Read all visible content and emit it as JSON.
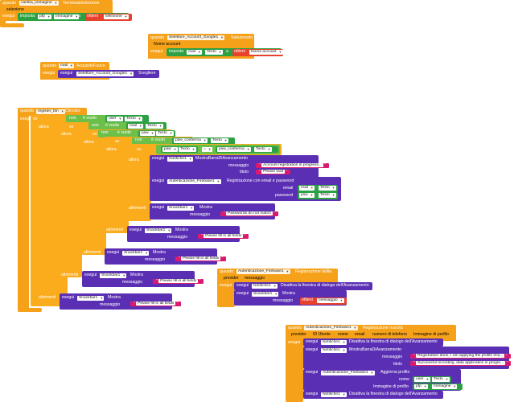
{
  "block1": {
    "when": "quando",
    "component": "camba_immagine",
    "event": "TerminataSelezione",
    "param": "selezione",
    "do": "esegui",
    "set": "imposta",
    "var1": "pfp",
    "prop1": "Immagine",
    "a": "a",
    "get": "ottieni",
    "var2": "selezione"
  },
  "block2": {
    "when": "quando",
    "component": "Selettore_Account_Google1",
    "event": "Selezionato",
    "param": "Nome account",
    "do": "esegui",
    "set": "imposta",
    "var1": "mail",
    "prop1": "Testo",
    "a": "a",
    "get": "ottieni",
    "var2": "Nome account"
  },
  "block3": {
    "when": "quando",
    "component": "mail",
    "event": "AcquisitoFuoco",
    "do": "esegui",
    "call": "esegui",
    "callcomp": "Selettore_Account_Google1",
    "method": "Scegliere"
  },
  "block4": {
    "when": "quando",
    "component": "register_btn",
    "event": "Cliccato",
    "do": "esegui",
    "se": "se",
    "allora": "allora",
    "altrimenti": "altrimenti",
    "non": "non",
    "vuoto": "è vuoto",
    "user": "user",
    "mail": "mail",
    "psw": "psw",
    "psw_conferma": "psw_conferma",
    "testo": "Testo",
    "eq": "=",
    "progress_comp": "Notifiche1",
    "progress_method": "MostraBarraDiAvanzamento",
    "messaggio": "messaggio",
    "titolo": "titolo",
    "msg_progress": "Account registration in progress...",
    "msg_wait": "Please wait",
    "fb_comp": "Autenticazione_Firebase1",
    "fb_method": "Registrazione con email e password",
    "email": "email",
    "password": "password",
    "snack": "Snackbar1",
    "show": "Mostra",
    "msg_nomatch": "Passwords do not match",
    "msg_fill1": "Please fill in all fields",
    "msg_fill2": "Please fill in all fields",
    "msg_fill3": "Please fill in all fields",
    "msg_fill4": "Please fill in all fields"
  },
  "block5": {
    "when": "quando",
    "component": "Autenticazione_Firebase1",
    "event": "Registrazione fallita",
    "provider": "provider",
    "param": "messaggio",
    "do": "esegui",
    "comp1": "Notifiche1",
    "method1": "Disattiva la finestra di dialogo dell'Avanzamento",
    "comp2": "Snackbar1",
    "method2": "Mostra",
    "messaggio": "messaggio",
    "get": "ottieni",
    "var": "messaggio"
  },
  "block6": {
    "when": "quando",
    "component": "Autenticazione_Firebase1",
    "event": "Registrazione riuscita",
    "params": [
      "provider",
      "ID Utente",
      "nome",
      "email",
      "numero di telefono",
      "Immagine di profilo"
    ],
    "do": "esegui",
    "comp1": "Notifiche1",
    "method1": "Disattiva la finestra di dialogo dell'Avanzamento",
    "comp2": "Notifiche1",
    "method2": "MostraBarraDiAvanzamento",
    "messaggio": "messaggio",
    "titolo": "titolo",
    "msg1": "Registration done, I am applying the profile ima...",
    "msg2": "Successful recording, data application in progre...",
    "comp3": "Autenticazione_Firebase1",
    "method3": "Aggiorna profilo",
    "nome": "nome",
    "imgp": "Immagine di profilo",
    "user": "user",
    "testo": "Testo",
    "pfp": "pfp",
    "immagine": "Immagine",
    "comp4": "Notifiche1",
    "method4": "Disattiva la finestra di dialogo dell'Avanzamento"
  }
}
